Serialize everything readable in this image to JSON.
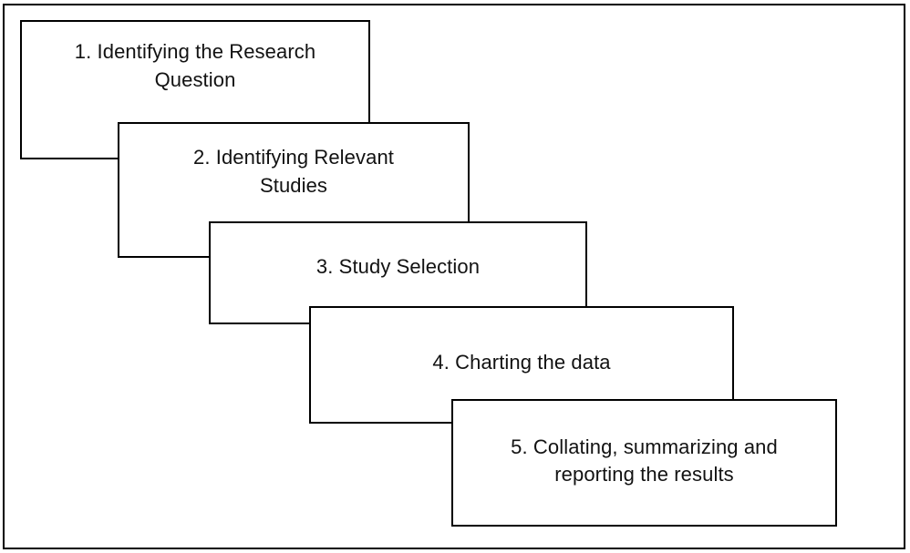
{
  "diagram": {
    "type": "staircase-process",
    "orientation": "descending-left-to-right",
    "border_color": "#000000",
    "box_fill_color": "#ffffff",
    "text_color": "#121212",
    "step_count": 5,
    "steps": [
      {
        "number": "1",
        "label": "1. Identifying the Research\nQuestion",
        "lines": [
          "1. Identifying the Research",
          "Question"
        ]
      },
      {
        "number": "2",
        "label": "2. Identifying Relevant\nStudies",
        "lines": [
          "2. Identifying Relevant",
          "Studies"
        ]
      },
      {
        "number": "3",
        "label": "3. Study Selection",
        "lines": [
          "3. Study Selection"
        ]
      },
      {
        "number": "4",
        "label": "4. Charting the data",
        "lines": [
          "4. Charting the data"
        ]
      },
      {
        "number": "5",
        "label": "5. Collating, summarizing and\nreporting the results",
        "lines": [
          "5. Collating, summarizing and",
          "reporting the results"
        ]
      }
    ]
  }
}
